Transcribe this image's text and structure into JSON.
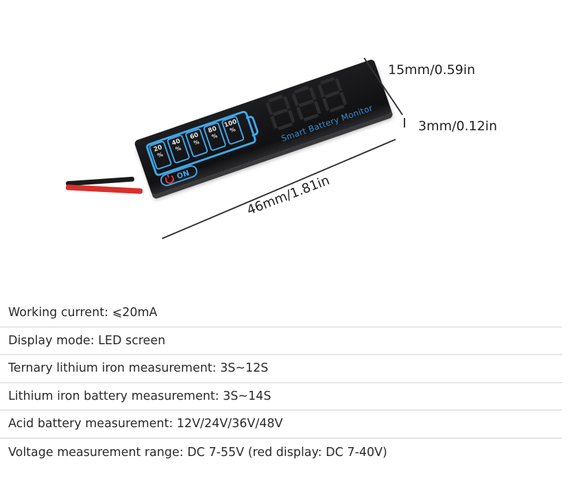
{
  "product": {
    "device_label": "Smart Battery Monitor",
    "battery_levels": [
      {
        "value": "20",
        "unit": "%"
      },
      {
        "value": "40",
        "unit": "%"
      },
      {
        "value": "60",
        "unit": "%"
      },
      {
        "value": "80",
        "unit": "%"
      },
      {
        "value": "100",
        "unit": "%"
      }
    ],
    "power_button_label": "ON",
    "icons": {
      "power": "power-icon",
      "battery": "battery-icon"
    },
    "colors": {
      "accent_blue": "#3fa8ea",
      "power_red": "#e0373a",
      "body": "#151517",
      "wire_red": "#d9302c"
    }
  },
  "dimensions": {
    "width": "15mm/0.59in",
    "thickness": "3mm/0.12in",
    "length": "46mm/1.81in"
  },
  "specs": [
    "Working current: ⩽20mA",
    "Display mode: LED screen",
    "Ternary lithium iron measurement: 3S~12S",
    "Lithium iron battery measurement: 3S~14S",
    "Acid battery measurement: 12V/24V/36V/48V",
    "Voltage measurement range: DC 7-55V (red display: DC 7-40V)"
  ]
}
